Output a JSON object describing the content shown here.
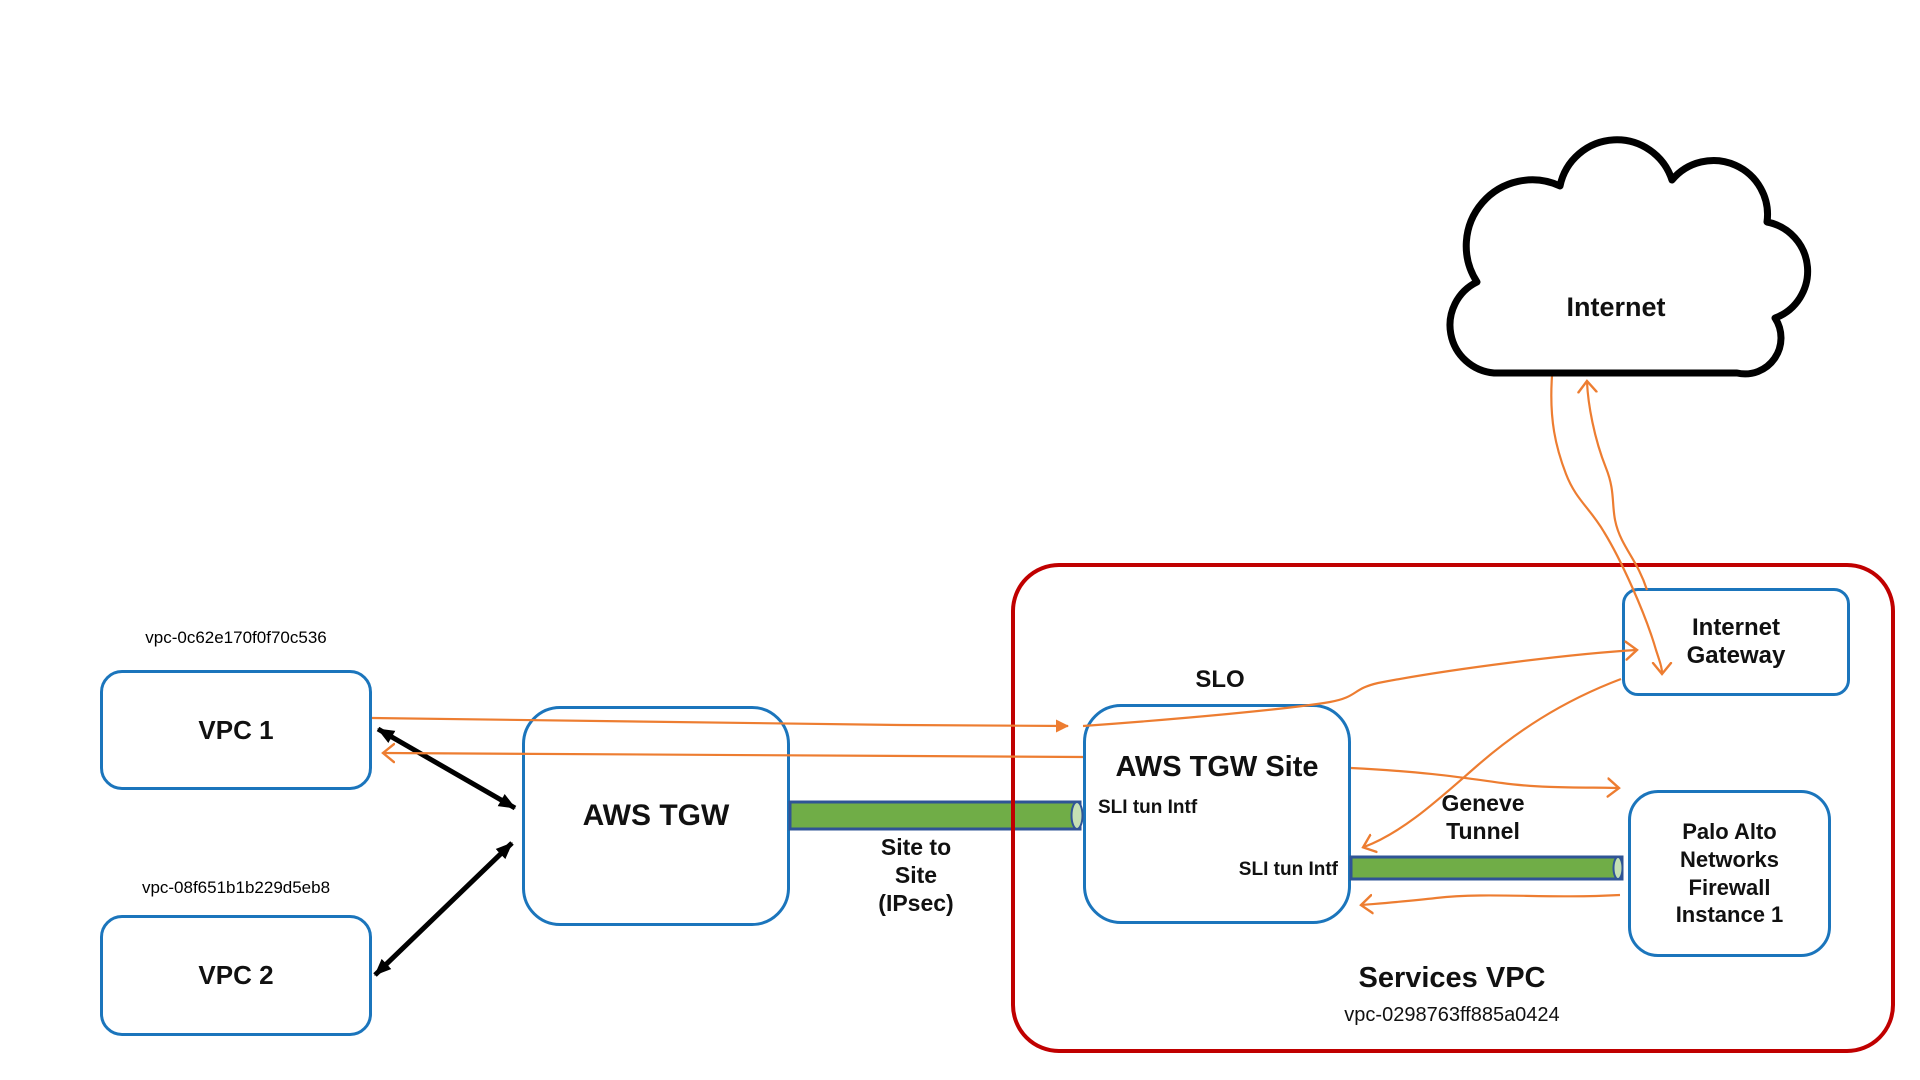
{
  "diagram": {
    "nodes": {
      "vpc1": {
        "id_label": "vpc-0c62e170f0f70c536",
        "label": "VPC 1"
      },
      "vpc2": {
        "id_label": "vpc-08f651b1b229d5eb8",
        "label": "VPC 2"
      },
      "aws_tgw": {
        "label": "AWS TGW"
      },
      "aws_tgw_site": {
        "label": "AWS TGW Site",
        "sli_tun_intf_top": "SLI tun Intf",
        "sli_tun_intf_bottom": "SLI tun Intf"
      },
      "internet_gateway": {
        "label": "Internet\nGateway"
      },
      "palo_alto_firewall": {
        "label": "Palo Alto\nNetworks\nFirewall\nInstance 1"
      },
      "internet": {
        "label": "Internet"
      },
      "services_vpc": {
        "label": "Services VPC",
        "id_label": "vpc-0298763ff885a0424"
      }
    },
    "labels": {
      "slo": "SLO",
      "site_to_site_tunnel": "Site to\nSite\n(IPsec)",
      "geneve_tunnel": "Geneve\nTunnel"
    },
    "colors": {
      "node_border_blue": "#1B75BC",
      "connector_orange": "#ED7D31",
      "services_vpc_red": "#C00000",
      "tunnel_green": "#70AD47",
      "tunnel_outline": "#2F5496",
      "tunnel_end_cap": "#C5E0B4",
      "black": "#000000"
    }
  }
}
